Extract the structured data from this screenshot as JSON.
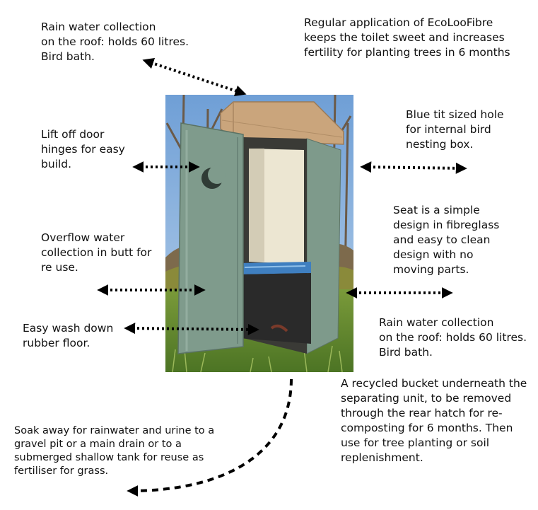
{
  "labels": {
    "rain_top": "Rain water collection\non the roof: holds 60 litres.\nBird bath.",
    "ecoloo": "Regular application of EcoLooFibre\nkeeps the toilet sweet and increases\nfertility for planting trees in 6 months",
    "door": "Lift off door\nhinges for easy\nbuild.",
    "bluetit": "Blue tit sized hole\nfor internal bird\nnesting box.",
    "overflow": "Overflow water\ncollection in butt for\nre use.",
    "seat": "Seat is  a  simple\ndesign in fibreglass\nand easy to clean\ndesign with no\nmoving parts.",
    "floor": "Easy wash down\nrubber floor.",
    "rain_bottom": "Rain water collection\non the roof: holds 60 litres.\nBird bath.",
    "bucket": "A recycled bucket underneath the\nseparating unit, to be removed\nthrough the rear hatch for re-\ncomposting for 6 months. Then\nuse for tree planting or soil\nreplenishment.",
    "soak": "Soak away for rainwater and urine to a\ngravel pit or a main drain or to a\nsubmerged shallow tank for reuse as\nfertiliser for grass."
  },
  "colors": {
    "sky": "#8fb8e0",
    "grass": "#5f8a2e",
    "door_green": "#7f9b8c",
    "roof_wood": "#c9a57e",
    "interior": "#ece6d2",
    "dark_floor": "#2c2c2c",
    "arrow": "#000000"
  }
}
